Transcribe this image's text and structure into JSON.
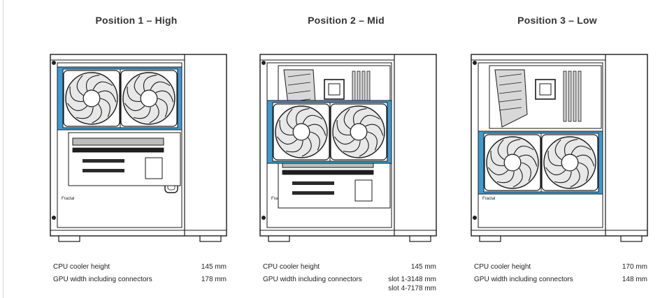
{
  "panels": [
    {
      "title": "Position 1 – High",
      "position": "high",
      "brand": "Fractal",
      "specs": {
        "cpu_label": "CPU cooler height",
        "cpu_value": "145 mm",
        "gpu_label": "GPU width including connectors",
        "gpu_value": "178 mm"
      }
    },
    {
      "title": "Position 2 – Mid",
      "position": "mid",
      "brand": "Fractal",
      "specs": {
        "cpu_label": "CPU cooler height",
        "cpu_value": "145 mm",
        "gpu_label": "GPU width including connectors",
        "slot_a_label": "slot 1-3",
        "slot_a_value": "148 mm",
        "slot_b_label": "slot 4-7",
        "slot_b_value": "178 mm"
      }
    },
    {
      "title": "Position 3 – Low",
      "position": "low",
      "brand": "Fractal",
      "specs": {
        "cpu_label": "CPU cooler height",
        "cpu_value": "170 mm",
        "gpu_label": "GPU width including connectors",
        "gpu_value": "148 mm"
      }
    }
  ],
  "colors": {
    "bracket": "#3d9bd1",
    "line": "#1a1a1a",
    "fan_fill": "#e8e8e8",
    "case_fill": "#ffffff"
  },
  "icons": [
    "fan-icon",
    "case-outline",
    "motherboard",
    "radiator-bracket"
  ]
}
